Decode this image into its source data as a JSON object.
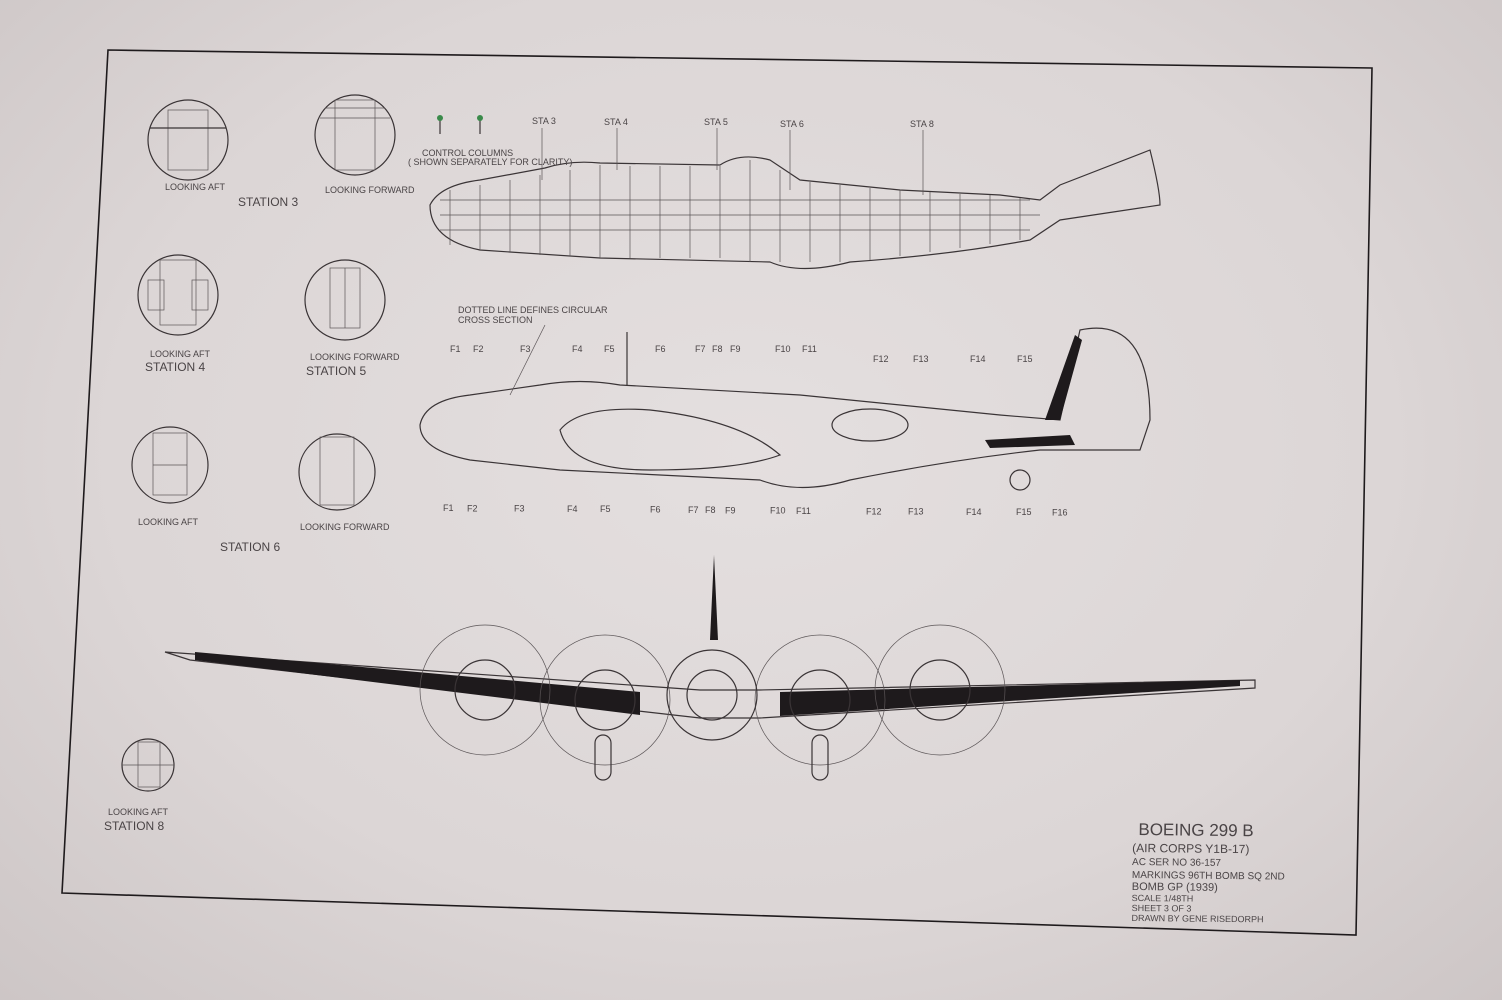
{
  "sections": {
    "station3": {
      "label": "STATION 3",
      "aft": "LOOKING AFT",
      "fwd": "LOOKING FORWARD"
    },
    "station4": {
      "label": "STATION 4",
      "aft": "LOOKING AFT"
    },
    "station5": {
      "label": "STATION 5",
      "fwd": "LOOKING FORWARD"
    },
    "station6": {
      "label": "STATION 6",
      "aft": "LOOKING AFT",
      "fwd": "LOOKING FORWARD"
    },
    "station8": {
      "label": "STATION 8",
      "aft": "LOOKING AFT"
    }
  },
  "cutaway": {
    "note_line1": "CONTROL COLUMNS",
    "note_line2": "( SHOWN SEPARATELY FOR CLARITY)",
    "stations": [
      "STA 3",
      "STA 4",
      "STA 5",
      "STA 6",
      "STA 8"
    ]
  },
  "side_view": {
    "note_line1": "DOTTED LINE DEFINES CIRCULAR",
    "note_line2": "CROSS SECTION",
    "frames_top": [
      "F1",
      "F2",
      "F3",
      "F4",
      "F5",
      "F6",
      "F7",
      "F8",
      "F9",
      "F10",
      "F11",
      "F12",
      "F13",
      "F14",
      "F15"
    ],
    "frames_bottom": [
      "F1",
      "F2",
      "F3",
      "F4",
      "F5",
      "F6",
      "F7",
      "F8",
      "F9",
      "F10",
      "F11",
      "F12",
      "F13",
      "F14",
      "F15",
      "F16"
    ]
  },
  "title_block": {
    "title": "BOEING 299 B",
    "lines": [
      "(AIR CORPS Y1B-17)",
      "AC SER NO 36-157",
      "MARKINGS 96TH BOMB SQ 2ND",
      "BOMB GP (1939)",
      "SCALE 1/48TH",
      "SHEET 3 OF 3",
      "DRAWN BY GENE RISEDORPH"
    ]
  }
}
